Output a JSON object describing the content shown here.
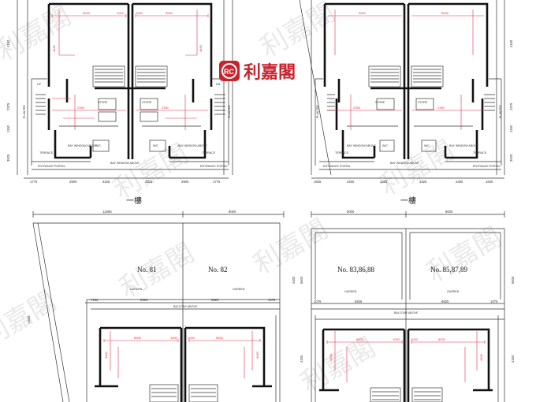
{
  "watermark": "利嘉閣",
  "logo": {
    "text": "利嘉閣",
    "code": "RC",
    "color": "#c9232d"
  },
  "floor_labels": {
    "left": "一樓",
    "right": "一樓"
  },
  "units": {
    "a": "No. 81",
    "b": "No. 82",
    "c": "No. 83,86,88",
    "d": "No. 85,87,89"
  },
  "labels": {
    "garden": "GARDEN",
    "garden_b": "GARDEN",
    "balcony": "BALCONY ABOVE",
    "bay_window": "BAY WINDOW ABOVE",
    "terrace": "TERRACE",
    "entrance": "ENTRANCE PORTAL",
    "planter": "PLANTER",
    "store": "STORE",
    "wc": "W/C",
    "up": "UP",
    "dn": "DN"
  },
  "dims": {
    "top_left_row": [
      "1775",
      "2900",
      "3325",
      "3325",
      "2900",
      "1775"
    ],
    "top_right_row": [
      "1825",
      "2400",
      "3325",
      "3325",
      "2400",
      "1825"
    ],
    "room_w": [
      "5000",
      "5000",
      "1000",
      "1000"
    ],
    "bottom_left_overall": [
      "12286",
      "8000"
    ],
    "bottom_right_overall": [
      "8000",
      "8000"
    ],
    "garden_left": [
      "7162",
      "6925",
      "6925",
      "1075"
    ],
    "garden_right": [
      "1075",
      "6925",
      "6925",
      "1075"
    ],
    "heights": [
      "4150",
      "2375",
      "1150",
      "3525",
      "3050",
      "4460",
      "4400",
      "4150",
      "5600"
    ]
  }
}
